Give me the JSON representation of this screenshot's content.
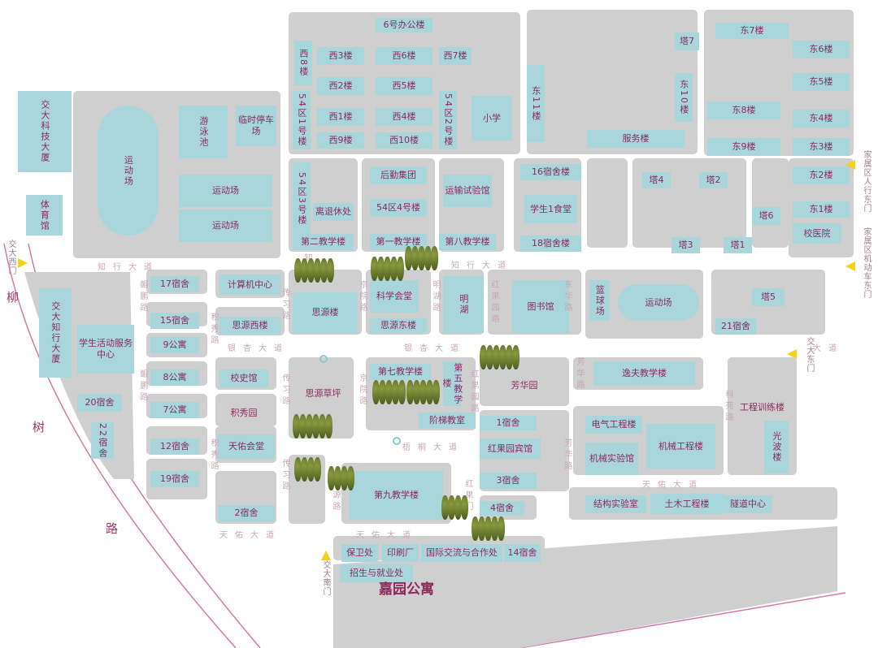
{
  "buildings": [
    "6号办公楼",
    "西8楼",
    "西3楼",
    "西6楼",
    "西7楼",
    "西2楼",
    "西5楼",
    "西1楼",
    "西4楼",
    "西9楼",
    "西10楼",
    "54区1号楼",
    "54区2号楼",
    "小学",
    "东11楼",
    "服务楼",
    "塔7",
    "东10楼",
    "东7楼",
    "东6楼",
    "东5楼",
    "东8楼",
    "东4楼",
    "东9楼",
    "东3楼",
    "交大科技大厦",
    "体育馆",
    "运动场",
    "游泳池",
    "临时停车场",
    "运动场",
    "运动场",
    "54区3号楼",
    "离退休处",
    "后勤集团",
    "54区4号楼",
    "运输试验馆",
    "第二教学楼",
    "第一教学楼",
    "第八教学楼",
    "16宿舍楼",
    "学生1食堂",
    "18宿舍楼",
    "塔4",
    "塔2",
    "东2楼",
    "塔6",
    "东1楼",
    "校医院",
    "塔3",
    "塔1",
    "交大知行大厦",
    "学生活动服务中心",
    "20宿舍",
    "22宿舍",
    "17宿舍",
    "15宿舍",
    "9公寓",
    "8公寓",
    "7公寓",
    "12宿舍",
    "19宿舍",
    "计算机中心",
    "思源西楼",
    "校史馆",
    "积秀园",
    "天佑会堂",
    "2宿舍",
    "思源楼",
    "科学会堂",
    "思源东楼",
    "明湖",
    "图书馆",
    "篮球场",
    "运动场",
    "塔5",
    "21宿舍",
    "思源草坪",
    "第七教学楼",
    "第五教学楼",
    "阶梯教室",
    "芳华园",
    "1宿舍",
    "红果园宾馆",
    "3宿舍",
    "4宿舍",
    "逸夫教学楼",
    "工程训练楼",
    "电气工程楼",
    "机械工程楼",
    "机械实验馆",
    "光波楼",
    "第九教学楼",
    "结构实验室",
    "土木工程楼",
    "隧道中心",
    "保卫处",
    "印刷厂",
    "国际交流与合作处",
    "14宿舍",
    "招生与就业处",
    "嘉园公寓"
  ],
  "roads": [
    "知行大道",
    "知行大道",
    "知",
    "银杏大道",
    "银杏大道",
    "大道",
    "梧桐大道",
    "天佑大道",
    "天佑大道",
    "天佑大道",
    "传习路",
    "传习路",
    "传习路",
    "京院路",
    "京院路",
    "明湖路",
    "红果园路",
    "红果园路",
    "红果门",
    "东华路",
    "芳华路",
    "芳华路",
    "科苑路",
    "思源路",
    "鲲鹏路",
    "鲲鹏路",
    "积秀路",
    "积秀路",
    "柳",
    "树",
    "路"
  ],
  "gates": [
    "交大西门",
    "家属区人行东门",
    "家属区机动车东门",
    "交大东门",
    "交大南门"
  ],
  "colors": {
    "block": "#cfcfcf",
    "building": "#a9d6db",
    "label": "#8b2a5c",
    "road_label": "#c8a6b8",
    "gate_arrow": "#f2d21a"
  }
}
